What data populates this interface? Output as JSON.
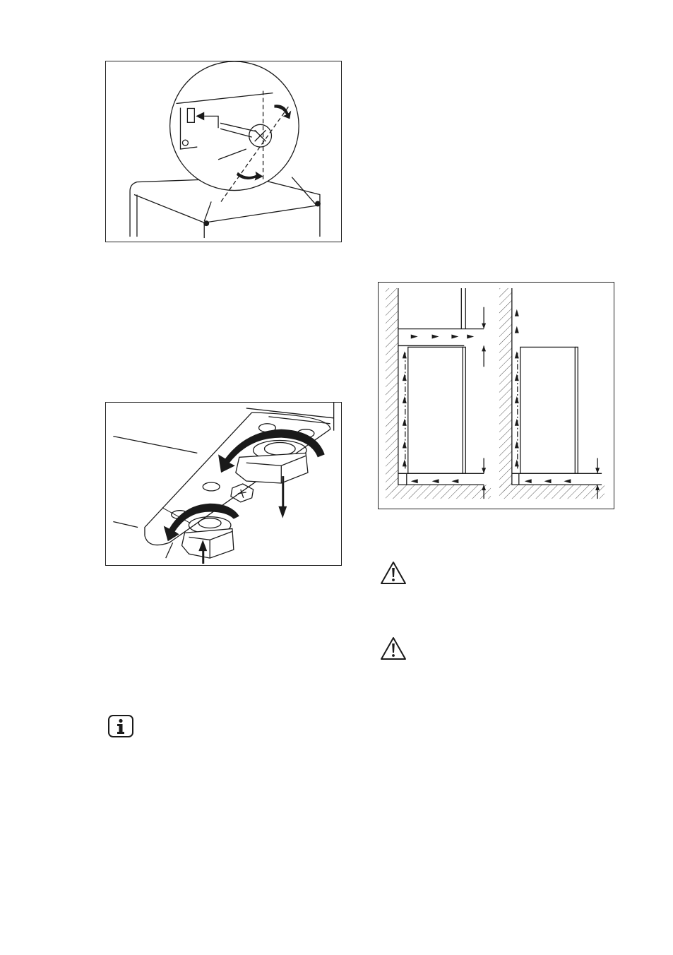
{
  "page": {
    "background": "#ffffff",
    "line_color": "#1a1a1a"
  },
  "figures": {
    "hinge_screw": {
      "icon": "screwdriver-hinge-illustration"
    },
    "feet_adjust": {
      "icon": "adjustable-feet-illustration"
    },
    "ventilation": {
      "icon": "ventilation-clearance-diagram"
    }
  },
  "icons": {
    "info": "info-icon",
    "warning_1": "warning-triangle-icon",
    "warning_2": "warning-triangle-icon"
  }
}
